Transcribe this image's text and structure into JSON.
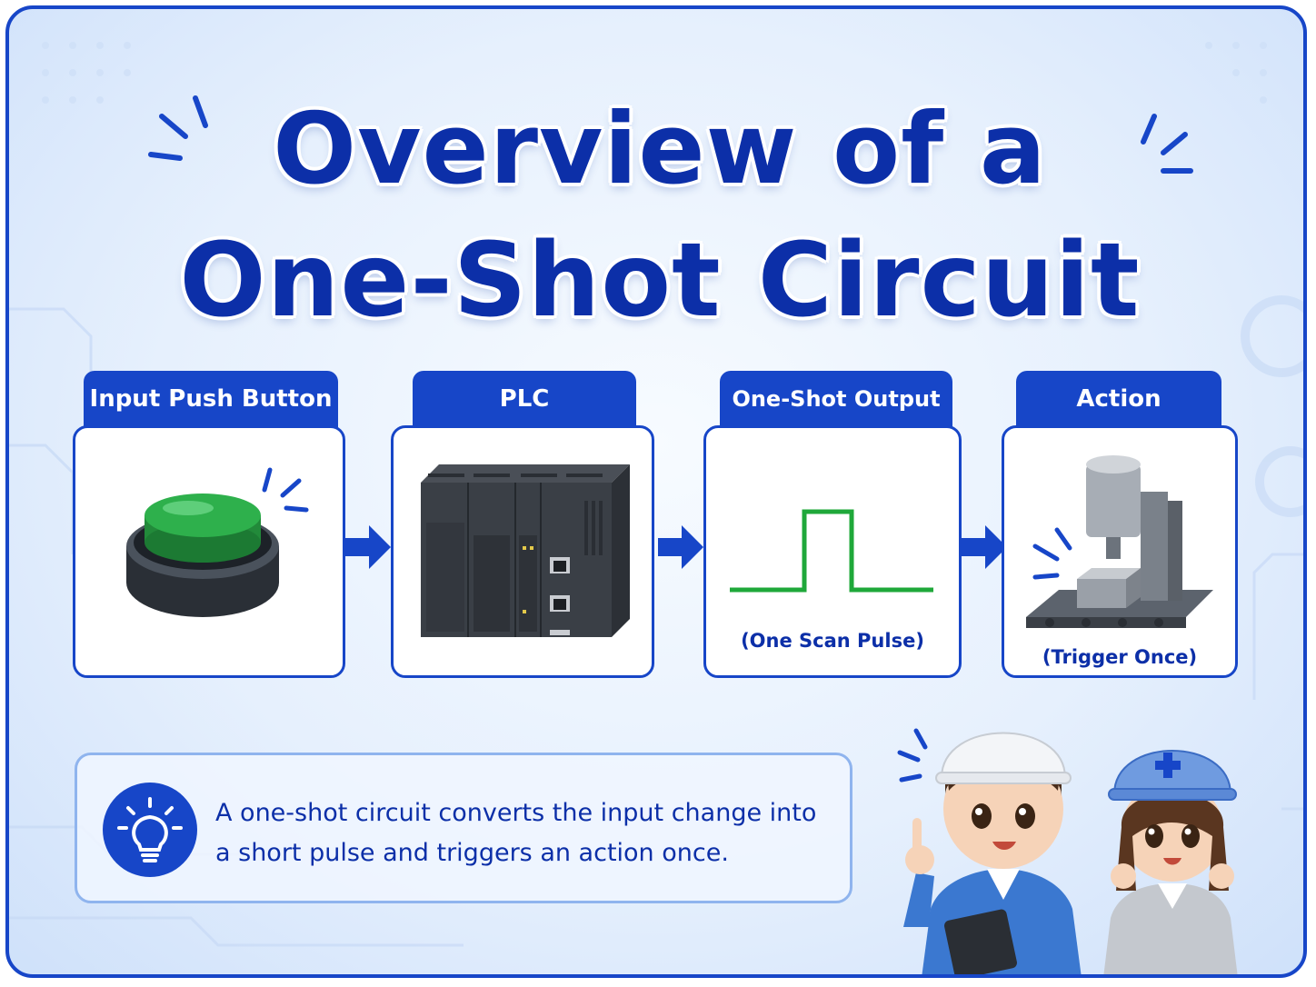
{
  "title": {
    "line1": "Overview of a",
    "line2": "One-Shot Circuit"
  },
  "steps": [
    {
      "label": "Input Push Button",
      "caption": "",
      "icon": "push-button-icon"
    },
    {
      "label": "PLC",
      "caption": "",
      "icon": "plc-icon"
    },
    {
      "label": "One-Shot Output",
      "caption": "(One Scan Pulse)",
      "icon": "pulse-waveform-icon"
    },
    {
      "label": "Action",
      "caption": "(Trigger Once)",
      "icon": "machine-icon"
    }
  ],
  "note": {
    "icon": "lightbulb-icon",
    "text_line1": "A one-shot circuit converts the input change into",
    "text_line2": "a short pulse and triggers an action once."
  },
  "colors": {
    "accent": "#1746c8",
    "title": "#0c2fa8",
    "pulse": "#1fa83a",
    "button_green": "#2ea84a"
  }
}
